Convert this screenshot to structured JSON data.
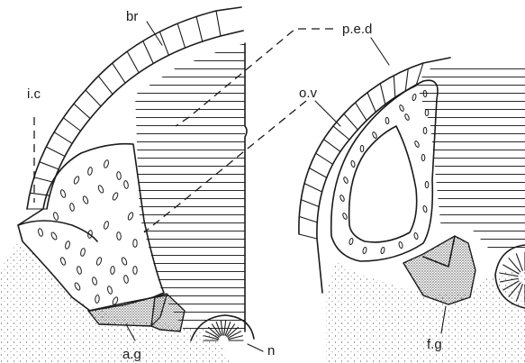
{
  "labels": {
    "br": "br",
    "ped": "p.e.d",
    "ic": "i.c",
    "ov": "o.v",
    "ag": "a.g",
    "n": "n",
    "fg": "f.g"
  },
  "colors": {
    "ink": "#1a1a1a",
    "background": "#ffffff"
  }
}
